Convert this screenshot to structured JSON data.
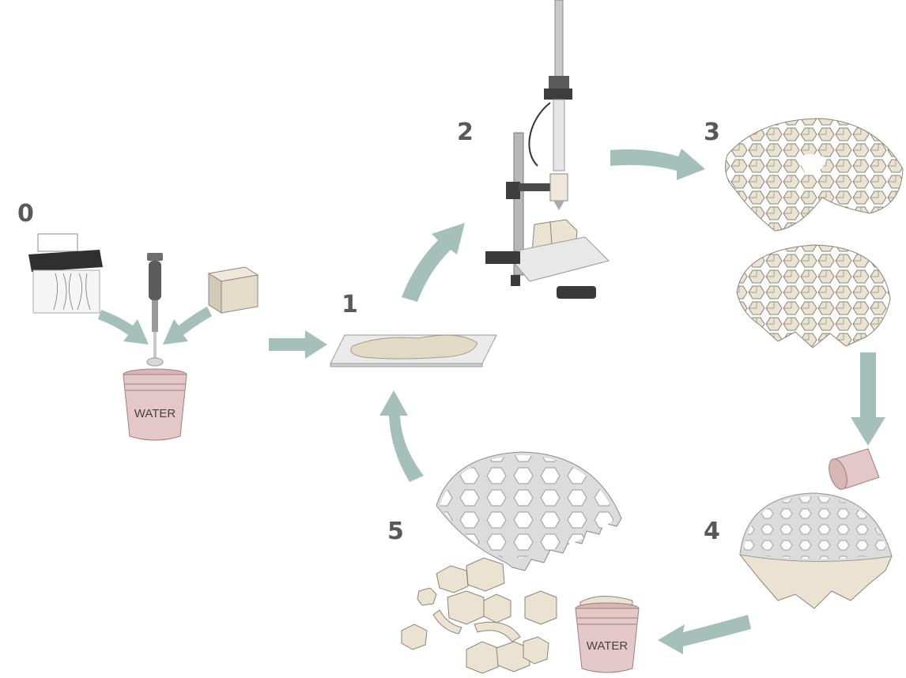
{
  "steps": [
    {
      "number": "0",
      "description": "shredded paper, blender and clay mixed with water"
    },
    {
      "number": "1",
      "description": "paste spread on plate"
    },
    {
      "number": "2",
      "description": "3D printing of cells"
    },
    {
      "number": "3",
      "description": "printed cells assembled into dome"
    },
    {
      "number": "4",
      "description": "perforated mold cast over cells"
    },
    {
      "number": "5",
      "description": "cells recycled in water"
    }
  ],
  "labels": {
    "bucket_1": "WATER",
    "bucket_2": "WATER"
  },
  "colors": {
    "arrow": "#a5c0b8",
    "clay": "#ebe3d2",
    "bucket": "#e4c8c8",
    "mold": "#dcdcdc",
    "dark": "#3a3a3a"
  }
}
